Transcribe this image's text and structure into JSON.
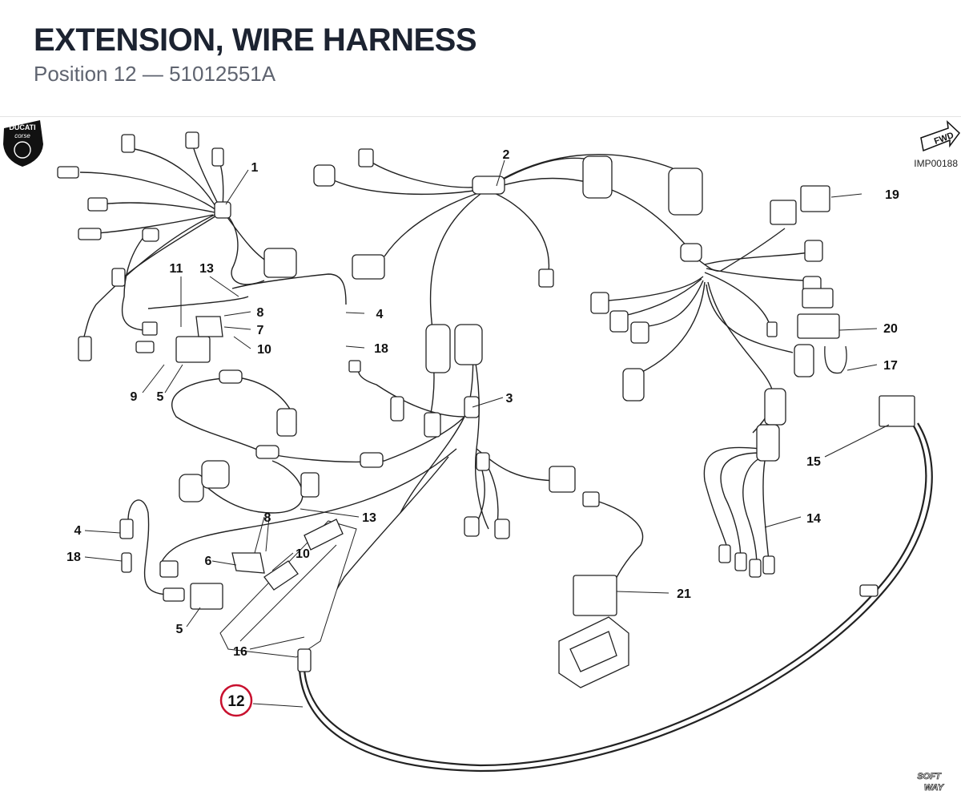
{
  "header": {
    "title": "EXTENSION, WIRE HARNESS",
    "subtitle": "Position 12 — 51012551A"
  },
  "brand": {
    "logo_text_top": "DUCATI",
    "logo_text_bottom": "corse",
    "fwd_label": "FWD",
    "drawing_ref": "IMP00188",
    "footer_logo_top": "SOFT",
    "footer_logo_bottom": "WAY"
  },
  "callouts": {
    "c1": "1",
    "c2": "2",
    "c3": "3",
    "c4a": "4",
    "c4b": "4",
    "c5a": "5",
    "c5b": "5",
    "c6": "6",
    "c7": "7",
    "c8a": "8",
    "c8b": "8",
    "c9": "9",
    "c10a": "10",
    "c10b": "10",
    "c11": "11",
    "c12": "12",
    "c13a": "13",
    "c13b": "13",
    "c14": "14",
    "c15": "15",
    "c16": "16",
    "c17": "17",
    "c18a": "18",
    "c18b": "18",
    "c19": "19",
    "c20": "20",
    "c21": "21"
  },
  "colors": {
    "highlight_ring": "#c8102e",
    "line": "#222222"
  }
}
